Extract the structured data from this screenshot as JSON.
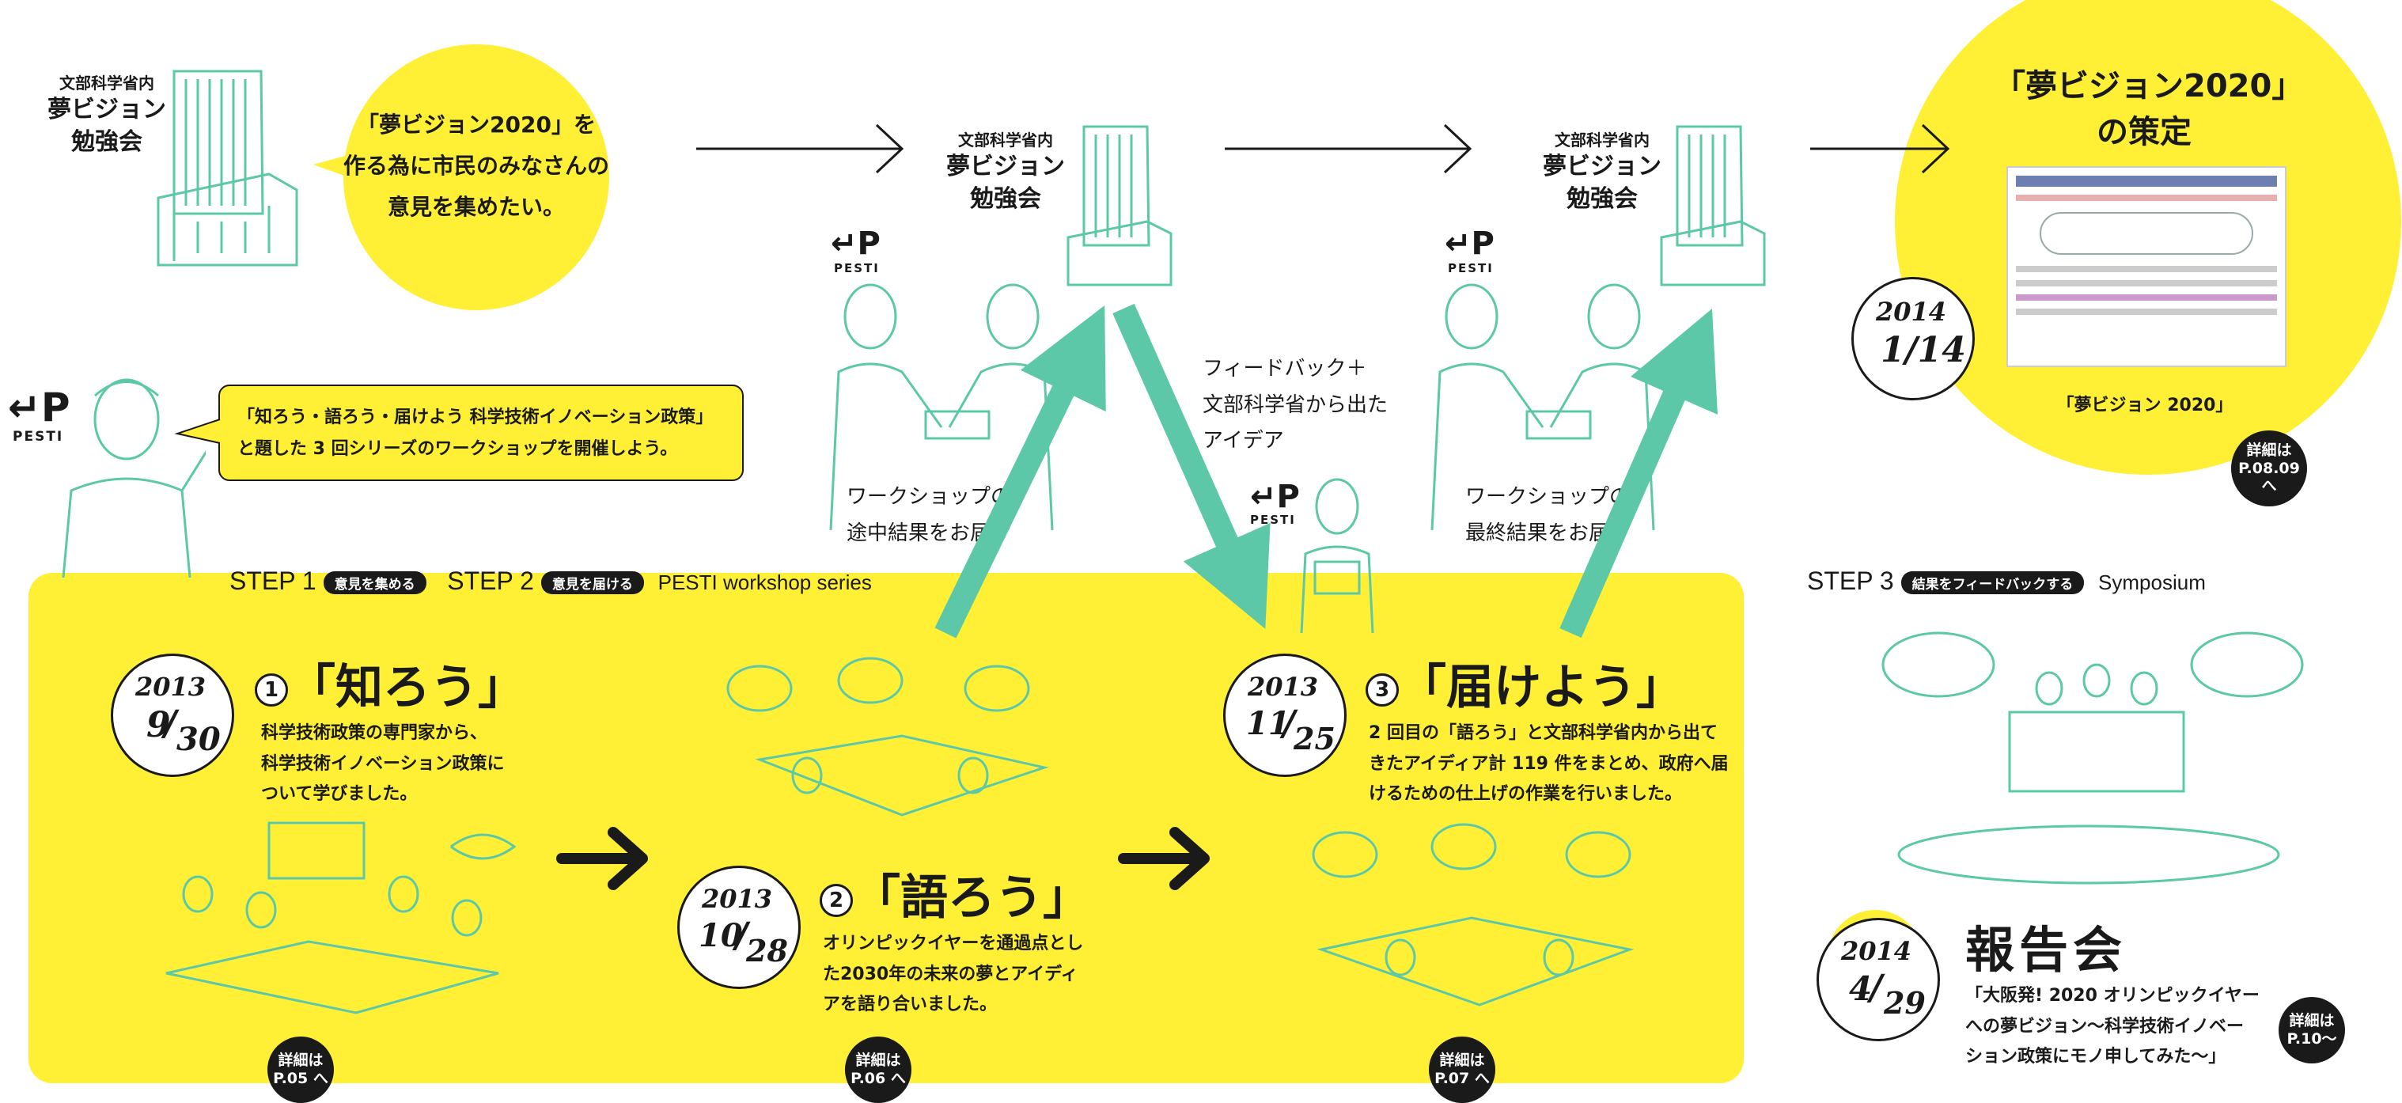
{
  "colors": {
    "yellow": "#fff035",
    "teal": "#5cc8a7",
    "ink": "#1a1a1a"
  },
  "buildings": [
    {
      "small": "文部科学省内",
      "l1": "夢ビジョン",
      "l2": "勉強会"
    },
    {
      "small": "文部科学省内",
      "l1": "夢ビジョン",
      "l2": "勉強会"
    },
    {
      "small": "文部科学省内",
      "l1": "夢ビジョン",
      "l2": "勉強会"
    }
  ],
  "intro_bubble": {
    "l1": "「夢ビジョン2020」を",
    "l2": "作る為に市民のみなさんの",
    "l3": "意見を集めたい。"
  },
  "pesti_label": "PESTI",
  "pesti_bubble": {
    "l1": "「知ろう・語ろう・届けよう 科学技術イノベーション政策」",
    "l2": "と題した 3 回シリーズのワークショップを開催しよう。"
  },
  "deliver_mid": {
    "l1": "ワークショップの",
    "l2": "途中結果をお届け"
  },
  "feedback": {
    "l1": "フィードバック＋",
    "l2": "文部科学省から出た",
    "l3": "アイデア"
  },
  "deliver_final": {
    "l1": "ワークショップの",
    "l2": "最終結果をお届け"
  },
  "vision": {
    "l1": "「夢ビジョン2020」",
    "l2": "の策定",
    "doc_caption": "「夢ビジョン 2020」",
    "date_y": "2014",
    "date_md": "1/14",
    "badge_l1": "詳細は",
    "badge_l2": "P.08.09 へ"
  },
  "steps": {
    "s1": "STEP 1",
    "s1_tag": "意見を集める",
    "s2": "STEP 2",
    "s2_tag": "意見を届ける",
    "series": "PESTI workshop series",
    "s3": "STEP 3",
    "s3_tag": "結果をフィードバックする",
    "s3_name": "Symposium"
  },
  "ws1": {
    "num": "1",
    "title": "「知ろう」",
    "y": "2013",
    "m": "9",
    "d": "30",
    "t1": "科学技術政策の専門家から、",
    "t2": "科学技術イノベーション政策に",
    "t3": "ついて学びました。",
    "badge_l1": "詳細は",
    "badge_l2": "P.05 へ"
  },
  "ws2": {
    "num": "2",
    "title": "「語ろう」",
    "y": "2013",
    "m": "10",
    "d": "28",
    "t1": "オリンピックイヤーを通過点とし",
    "t2": "た2030年の未来の夢とアイディ",
    "t3": "アを語り合いました。",
    "badge_l1": "詳細は",
    "badge_l2": "P.06 へ"
  },
  "ws3": {
    "num": "3",
    "title": "「届けよう」",
    "y": "2013",
    "m": "11",
    "d": "25",
    "t1": "2 回目の「語ろう」と文部科学省内から出て",
    "t2": "きたアイディア計 119 件をまとめ、政府へ届",
    "t3": "けるための仕上げの作業を行いました。",
    "badge_l1": "詳細は",
    "badge_l2": "P.07 へ"
  },
  "report": {
    "title": "報告会",
    "y": "2014",
    "m": "4",
    "d": "29",
    "t1": "「大阪発! 2020 オリンピックイヤー",
    "t2": "への夢ビジョン〜科学技術イノベー",
    "t3": "ション政策にモノ申してみた〜」",
    "badge_l1": "詳細は",
    "badge_l2": "P.10〜"
  },
  "icons": [
    "building-icon",
    "pesti-logo-icon",
    "handover-icon",
    "workshop-crowd-icon",
    "arrow-right-icon",
    "document-thumbnail-icon"
  ]
}
